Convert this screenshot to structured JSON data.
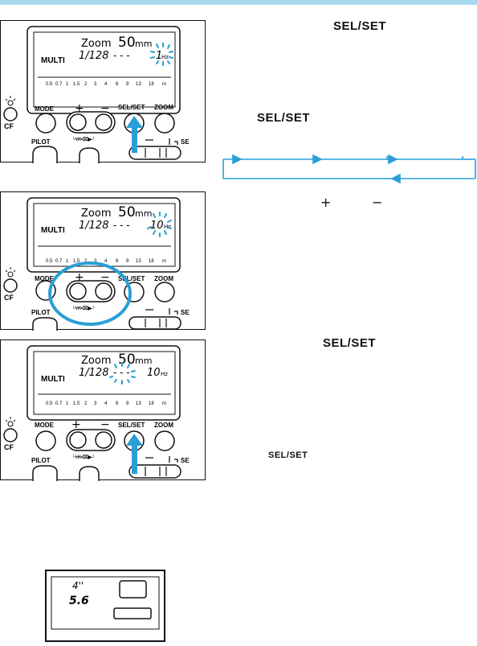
{
  "colors": {
    "accent_blue": "#2a9fd6",
    "header_bar": "#a8d8ee",
    "ink": "#111111"
  },
  "display": {
    "zoom_label": "Zoom",
    "zoom_value": "50",
    "zoom_unit": "mm",
    "ratio": "1/128",
    "dashes": "- - -",
    "mode": "MULTI",
    "hz_unit": "Hz",
    "scale": [
      "0.5",
      "0.7",
      "1",
      "1.5",
      "2",
      "3",
      "4",
      "6",
      "9",
      "13",
      "18",
      "m"
    ]
  },
  "panels": [
    {
      "frequency": "1",
      "highlight": "frequency"
    },
    {
      "frequency": "10",
      "highlight": "frequency"
    },
    {
      "frequency": "10",
      "highlight": "dashes"
    }
  ],
  "controls": {
    "mode": "MODE",
    "cf": "CF",
    "pilot": "PILOT",
    "plus": "+",
    "minus": "−",
    "selset": "SEL/SET",
    "zoom": "ZOOM",
    "se": "SE",
    "lamp_icon": "lamp-icon",
    "flash_mode_label": "└ϟH•⌧▶┘"
  },
  "right_text": {
    "sel_set_1": "SEL/SET",
    "sel_set_2": "SEL/SET",
    "plus": "+",
    "minus": "−",
    "sel_set_3": "SEL/SET",
    "sel_set_4": "SEL/SET"
  },
  "viewfinder": {
    "line1": "4''",
    "line2": "5.6"
  }
}
